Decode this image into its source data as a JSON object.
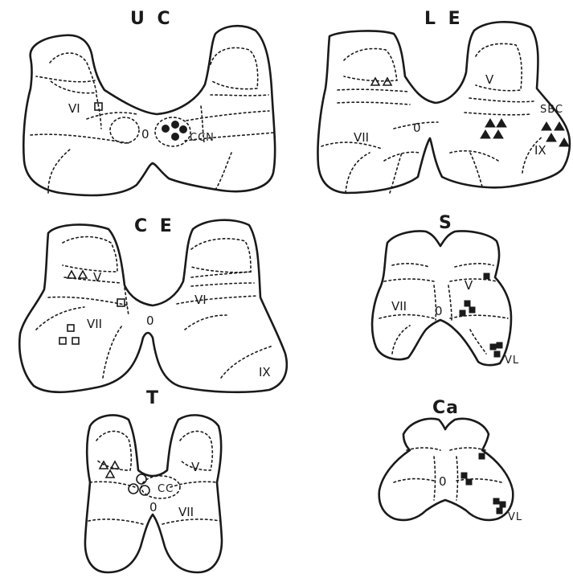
{
  "panels": {
    "uc": {
      "title": "U C",
      "labels": {
        "vi": "VI",
        "canal": "0",
        "ccn": "CCN"
      }
    },
    "le": {
      "title": "L E",
      "labels": {
        "v": "V",
        "vii": "VII",
        "canal": "0",
        "sbc": "SBC",
        "ix": "IX"
      }
    },
    "ce": {
      "title": "C E",
      "labels": {
        "v": "V",
        "vi": "VI",
        "vii": "VII",
        "canal": "0",
        "ix": "IX"
      }
    },
    "s": {
      "title": "S",
      "labels": {
        "v": "V",
        "vii": "VII",
        "canal": "0",
        "vl": "VL"
      }
    },
    "t": {
      "title": "T",
      "labels": {
        "v": "V",
        "vii": "VII",
        "canal": "0",
        "cc": "CC"
      }
    },
    "ca": {
      "title": "Ca",
      "labels": {
        "canal": "0",
        "vl": "VL"
      }
    }
  },
  "colors": {
    "ink": "#1a1a1a",
    "paper": "#ffffff"
  },
  "marker_types": [
    "open-square",
    "open-triangle",
    "filled-triangle",
    "filled-circle",
    "open-circle",
    "filled-square"
  ]
}
